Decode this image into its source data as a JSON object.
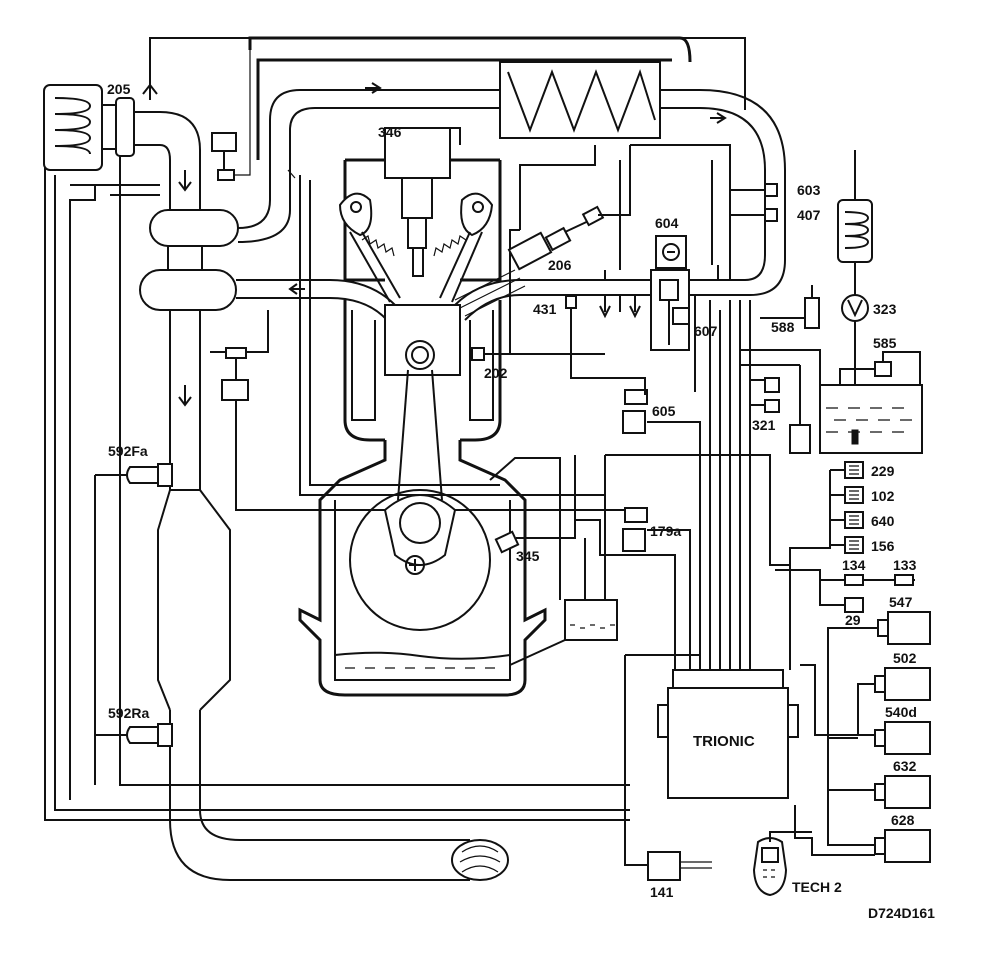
{
  "labels": {
    "l205": "205",
    "l346": "346",
    "l603": "603",
    "l407": "407",
    "l604": "604",
    "l206": "206",
    "l323": "323",
    "l431": "431",
    "l607": "607",
    "l588": "588",
    "l585": "585",
    "l202": "202",
    "l605": "605",
    "l321": "321",
    "l592Fa": "592Fa",
    "l229": "229",
    "l102": "102",
    "l640": "640",
    "l179a": "179a",
    "l156": "156",
    "l345": "345",
    "l134": "134",
    "l133": "133",
    "l29": "29",
    "l547": "547",
    "l502": "502",
    "l540d": "540d",
    "l592Ra": "592Ra",
    "l632": "632",
    "l628": "628",
    "l141": "141",
    "tech2": "TECH 2",
    "trionic": "TRIONIC",
    "drawing_id": "D724D161"
  }
}
